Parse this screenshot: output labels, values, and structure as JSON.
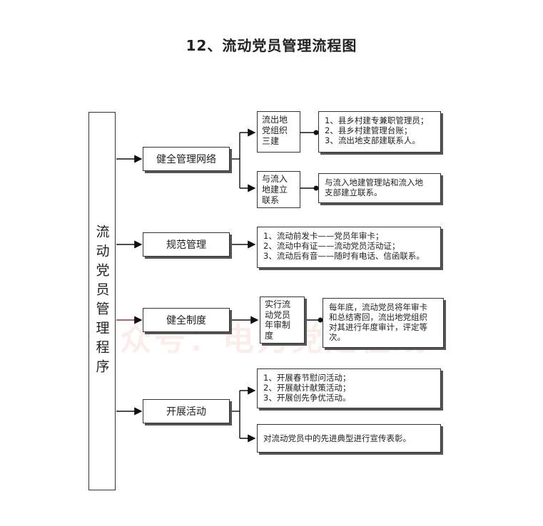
{
  "title": "12、流动党员管理流程图",
  "main_label": "流动党员管理程序",
  "watermark": "公众号：电力党建在线",
  "categories": [
    {
      "label": "健全管理网络"
    },
    {
      "label": "规范管理"
    },
    {
      "label": "健全制度"
    },
    {
      "label": "开展活动"
    }
  ],
  "sub_boxes": [
    {
      "label": "流出地\n党组织\n三建"
    },
    {
      "label": "与流入\n地建立\n联系"
    },
    {
      "label": "实行流\n动党员\n年审制\n度"
    }
  ],
  "details": [
    {
      "text": "1、县乡村建专兼职管理员；\n2、县乡村建管理台账；\n3、流出地支部建联系人。"
    },
    {
      "text": "与流入地建管理站和流入地\n支部建立联系。"
    },
    {
      "text": "1、流动前发卡——党员年审卡；\n2、流动中有证——流动党员活动证；\n3、流动后有音——随时有电话、信函联系。"
    },
    {
      "text": "每年底，流动党员将年审卡\n和总结寄回，流出地党组织\n对其进行年度审计，评定等\n次。"
    },
    {
      "text": "1、开展春节慰问活动；\n2、开展献计献策活动；\n3、开展创先争优活动。"
    },
    {
      "text": "对流动党员中的先进典型进行宣传表彰。"
    }
  ]
}
